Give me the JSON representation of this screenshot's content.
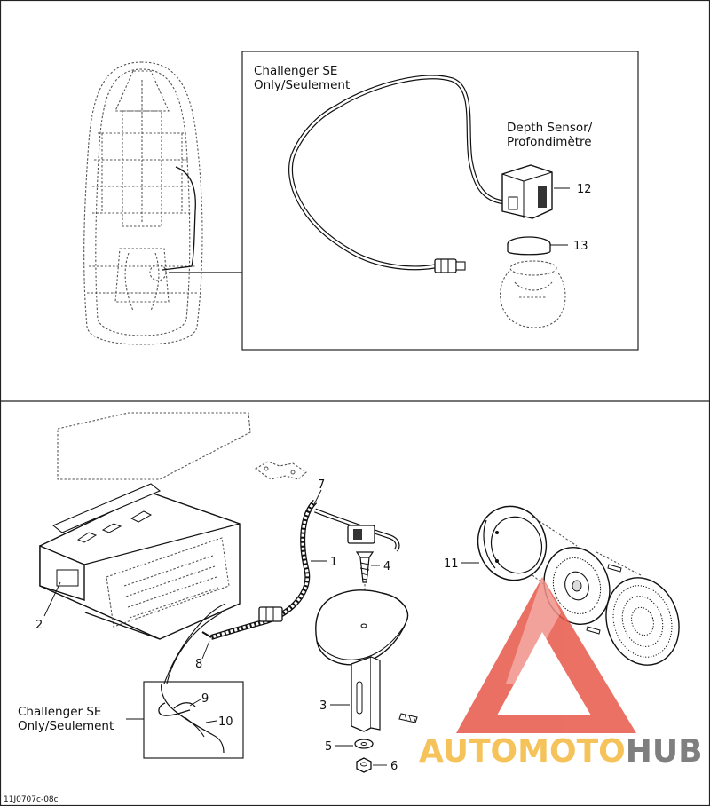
{
  "top_section": {
    "variant_label": "Challenger SE\nOnly/Seulement",
    "depth_sensor_label": "Depth Sensor/\nProfondimètre",
    "callouts": [
      "12",
      "13"
    ]
  },
  "bottom_section": {
    "variant_label": "Challenger SE\nOnly/Seulement",
    "callouts": [
      "1",
      "2",
      "3",
      "4",
      "5",
      "6",
      "7",
      "8",
      "9",
      "10",
      "11"
    ]
  },
  "figure_code": "11J0707c-08c",
  "watermark": {
    "brand_part1": "AUTOMOTO",
    "brand_part2": "HUB",
    "color_part1": "#f5c35a",
    "color_part2": "#7f7f7f",
    "logo_color": "#e8584a"
  }
}
